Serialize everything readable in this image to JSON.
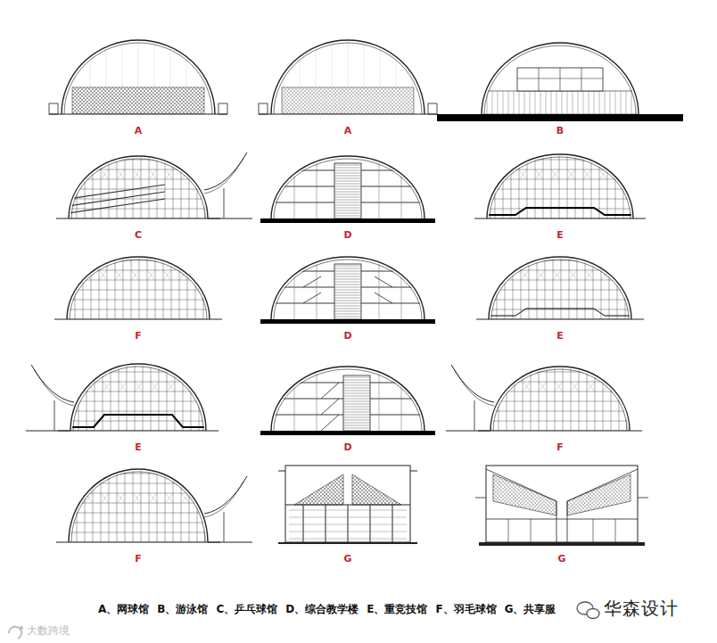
{
  "diagram": {
    "labels": [
      "A",
      "A",
      "B",
      "C",
      "D",
      "E",
      "F",
      "D",
      "E",
      "E",
      "D",
      "F",
      "F",
      "G",
      "G",
      "A、网球馆",
      "B、游泳馆",
      "C、乒乓球馆",
      "D、综合教学楼",
      "E、重竞技馆",
      "F、羽毛球馆",
      "G、共享服",
      "华森设计",
      "大数跨境"
    ]
  }
}
